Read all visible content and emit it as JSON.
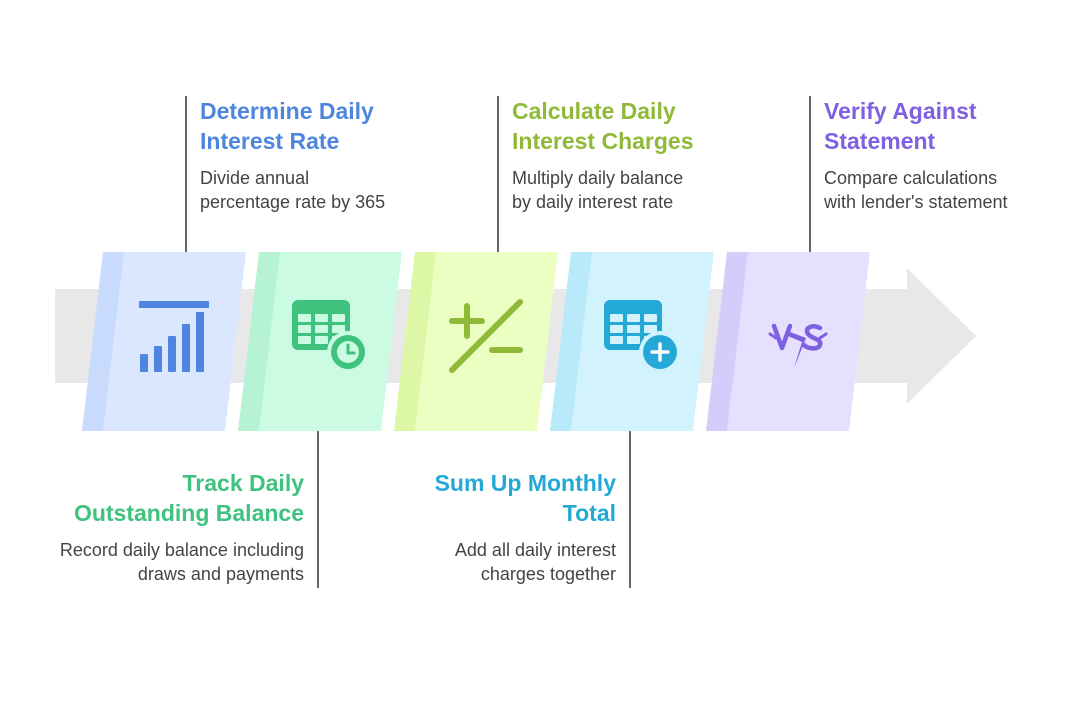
{
  "steps": [
    {
      "id": "determine-daily-interest-rate",
      "title": "Determine Daily\nInterest Rate",
      "description": "Divide annual\npercentage rate by 365",
      "color": "#4e86df",
      "fill": "#dbe7ff",
      "fold": "#c8dbfd",
      "icon": "bar-chart-icon",
      "position": "top"
    },
    {
      "id": "track-daily-outstanding-balance",
      "title": "Track Daily\nOutstanding Balance",
      "description": "Record daily balance including\ndraws and payments",
      "color": "#3fc27e",
      "fill": "#ccfbe4",
      "fold": "#b6f3d4",
      "icon": "table-clock-icon",
      "position": "bottom"
    },
    {
      "id": "calculate-daily-interest-charges",
      "title": "Calculate Daily\nInterest Charges",
      "description": "Multiply daily balance\nby daily interest rate",
      "color": "#8fba38",
      "fill": "#ebffc2",
      "fold": "#dcf7a6",
      "icon": "plus-minus-icon",
      "position": "top"
    },
    {
      "id": "sum-up-monthly-total",
      "title": "Sum Up Monthly\nTotal",
      "description": "Add all daily interest\ncharges together",
      "color": "#24a9d6",
      "fill": "#d2f3fd",
      "fold": "#b8eaf9",
      "icon": "table-add-icon",
      "position": "bottom"
    },
    {
      "id": "verify-against-statement",
      "title": "Verify Against\nStatement",
      "description": "Compare calculations\nwith lender's statement",
      "color": "#7d61e0",
      "fill": "#e6e0ff",
      "fold": "#d6ccfb",
      "icon": "versus-icon",
      "position": "top"
    }
  ],
  "arrow_color": "#e8e8e8"
}
